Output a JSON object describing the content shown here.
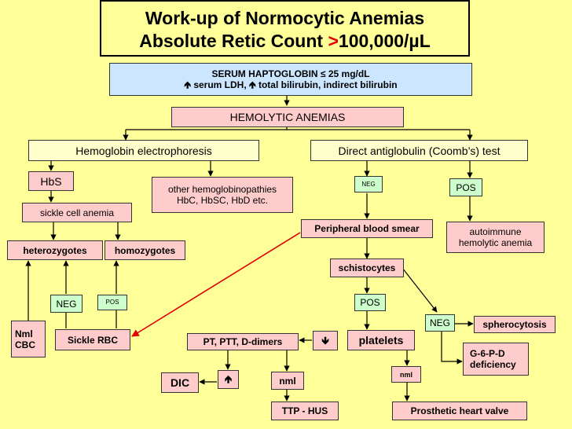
{
  "title": {
    "line1": "Work-up of Normocytic Anemias",
    "line2_prefix": "Absolute Retic Count ",
    "line2_symbol": ">",
    "line2_value": "100,000/µL"
  },
  "nodes": {
    "serum_line1": "SERUM HAPTOGLOBIN ≤ 25 mg/dL",
    "serum_line2": "🡹 serum LDH, 🡹 total bilirubin, indirect bilirubin",
    "hemolytic": "HEMOLYTIC ANEMIAS",
    "hb_electro": "Hemoglobin electrophoresis",
    "coombs": "Direct antiglobulin (Coomb’s) test",
    "hbs": "HbS",
    "other_hb_line1": "other hemoglobinopathies",
    "other_hb_line2": "HbC, HbSC, HbD etc.",
    "coombs_neg": "NEG",
    "coombs_pos": "POS",
    "sickle_anemia": "sickle cell anemia",
    "peripheral": "Peripheral blood smear",
    "autoimmune_line1": "autoimmune",
    "autoimmune_line2": "hemolytic anemia",
    "heterozygotes": "heterozygotes",
    "homozygotes": "homozygotes",
    "schistocytes": "schistocytes",
    "neg_left": "NEG",
    "pos_left": "POS",
    "schisto_pos": "POS",
    "schisto_neg": "NEG",
    "spherocytosis": "spherocytosis",
    "nml_cbc_line1": "Nml",
    "nml_cbc_line2": "CBC",
    "sickle_rbc": "Sickle RBC",
    "pt_ptt": "PT, PTT, D-dimers",
    "down_arrow": "🡻",
    "platelets": "platelets",
    "g6pd_line1": "G-6-P-D",
    "g6pd_line2": "deficiency",
    "platelets_nml": "nml",
    "dic": "DIC",
    "up_arrow": "🡹",
    "nml_mid": "nml",
    "ttp_hus": "TTP - HUS",
    "prosthetic": "Prosthetic heart valve"
  },
  "colors": {
    "background": "#ffff99",
    "blue_box": "#cce6ff",
    "pink_box": "#ffcccc",
    "cream_box": "#ffffcc",
    "green_box": "#ccffcc",
    "red_arrow": "#e00000"
  }
}
